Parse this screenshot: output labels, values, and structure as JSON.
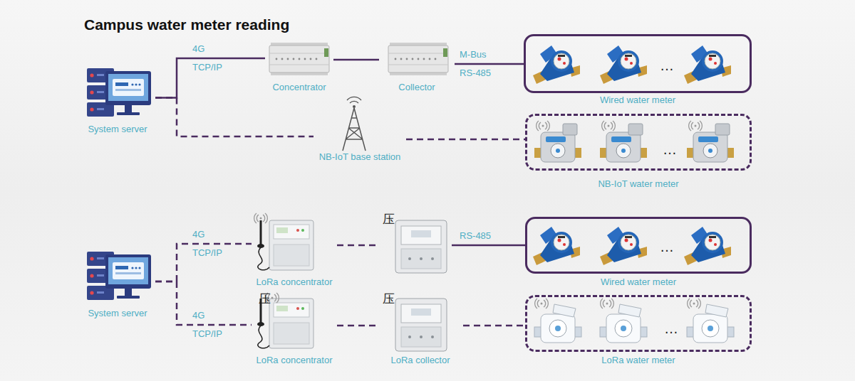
{
  "diagram": {
    "title": "Campus water meter reading",
    "nodes": [
      {
        "text": [
          "System server"
        ]
      },
      {
        "text": [
          "Concentrator"
        ]
      },
      {
        "text": [
          "Collector"
        ]
      },
      {
        "text": [
          "Wired water meter"
        ]
      },
      {
        "text": [
          "NB-IoT base station"
        ]
      },
      {
        "text": [
          "NB-IoT water meter"
        ]
      },
      {
        "text": [
          "System server"
        ]
      },
      {
        "text": [
          "LoRa concentrator"
        ]
      },
      {
        "text": [
          "压"
        ]
      },
      {
        "text": [
          "Wired water meter"
        ]
      },
      {
        "text": [
          "压",
          "LoRa concentrator"
        ]
      },
      {
        "text": [
          "压",
          "LoRa collector"
        ]
      },
      {
        "text": [
          "LoRa water meter"
        ]
      }
    ],
    "edges": [
      {
        "from": 0,
        "to": 1,
        "label": "4G TCP/IP",
        "arrow": "none"
      },
      {
        "from": 1,
        "to": 2,
        "arrow": "none"
      },
      {
        "from": 2,
        "to": 3,
        "label": "M-Bus RS-485",
        "arrow": "none"
      },
      {
        "from": 0,
        "to": 4,
        "arrow": "none"
      },
      {
        "from": 4,
        "to": 5,
        "arrow": "none"
      },
      {
        "from": 6,
        "to": 7,
        "label": "4G TCP/IP",
        "arrow": "none"
      },
      {
        "from": 7,
        "to": 8,
        "arrow": "none"
      },
      {
        "from": 8,
        "to": 9,
        "label": "RS-485",
        "arrow": "none"
      },
      {
        "from": 6,
        "to": 10,
        "label": "4G TCP/IP",
        "arrow": "none"
      },
      {
        "from": 10,
        "to": 11,
        "arrow": "none"
      },
      {
        "from": 11,
        "to": 12,
        "arrow": "none"
      }
    ],
    "labels": [
      "…",
      "…",
      "…",
      "…"
    ]
  }
}
